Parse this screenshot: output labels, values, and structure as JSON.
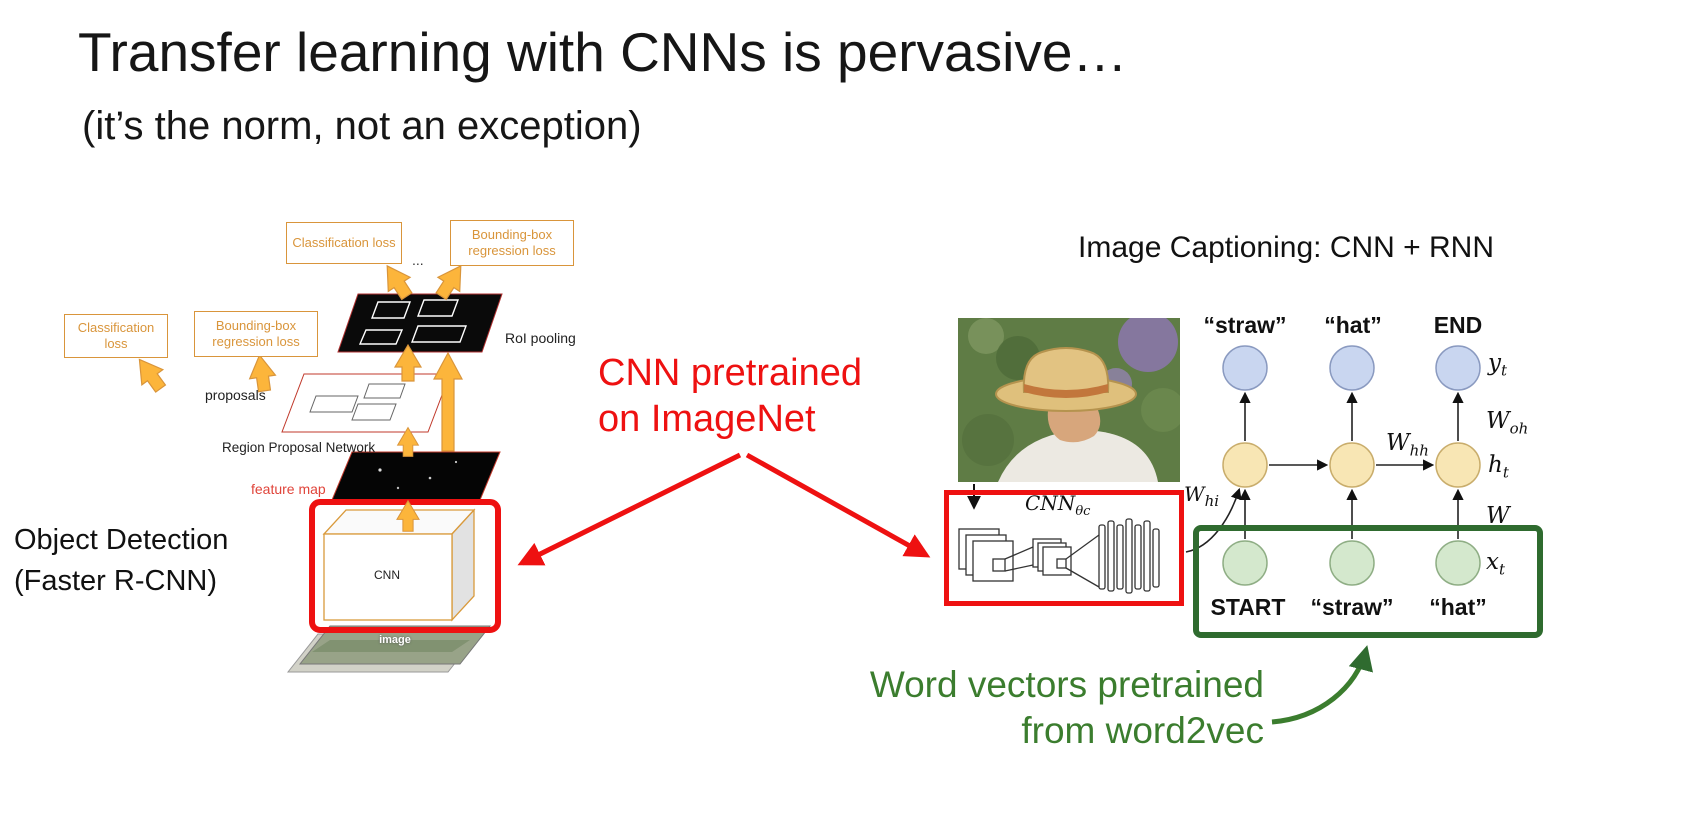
{
  "slide": {
    "title": "Transfer learning with CNNs is pervasive…",
    "subtitle": "(it’s the norm, not an exception)"
  },
  "detection": {
    "caption_line1": "Object Detection",
    "caption_line2": "(Faster R-CNN)",
    "top_classification_loss": "Classification loss",
    "top_bbox_loss": "Bounding-box regression loss",
    "left_classification_loss": "Classification loss",
    "left_bbox_loss": "Bounding-box regression loss",
    "dots": "...",
    "roi_pooling": "RoI pooling",
    "proposals": "proposals",
    "rpn": "Region Proposal Network",
    "feature_map": "feature map",
    "cnn": "CNN",
    "image": "image"
  },
  "annotations": {
    "red_line1": "CNN pretrained",
    "red_line2": "on ImageNet",
    "green_line1": "Word vectors pretrained",
    "green_line2": "from word2vec"
  },
  "captioning": {
    "title": "Image Captioning: CNN + RNN",
    "cnn_label": {
      "main": "CNN",
      "sub": "θc"
    },
    "top_labels": [
      "“straw”",
      "“hat”",
      "END"
    ],
    "bottom_labels": [
      "START",
      "“straw”",
      "“hat”"
    ],
    "math": {
      "y_t": {
        "main": "y",
        "sub": "t"
      },
      "w_oh": {
        "main": "W",
        "sub": "oh"
      },
      "h_t": {
        "main": "h",
        "sub": "t"
      },
      "w_hh": {
        "main": "W",
        "sub": "hh"
      },
      "w_hi": {
        "main": "W",
        "sub": "hi"
      },
      "w_partial": {
        "main": "W",
        "sub": ""
      },
      "x_t": {
        "main": "x",
        "sub": "t"
      }
    }
  },
  "colors": {
    "accent_red": "#ee1111",
    "accent_green": "#2f6b2f",
    "accent_orange": "#d9953b"
  }
}
